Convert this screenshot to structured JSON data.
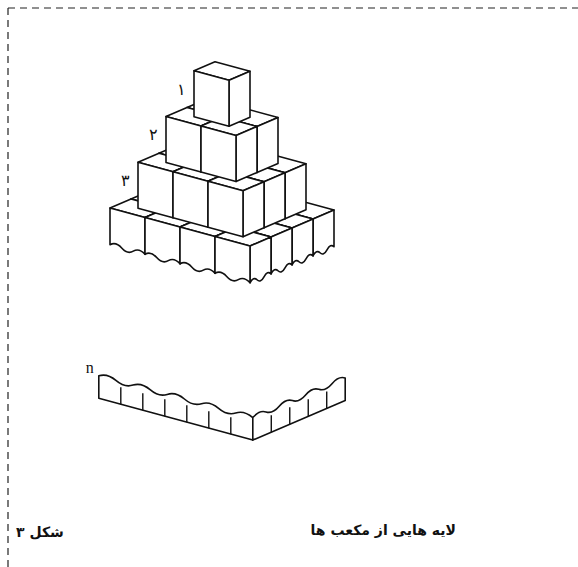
{
  "diagram": {
    "caption": "لایه هایی از مکعب ها",
    "labels": [
      "۱",
      "۲",
      "۳",
      "n",
      "شکل ۳"
    ]
  }
}
